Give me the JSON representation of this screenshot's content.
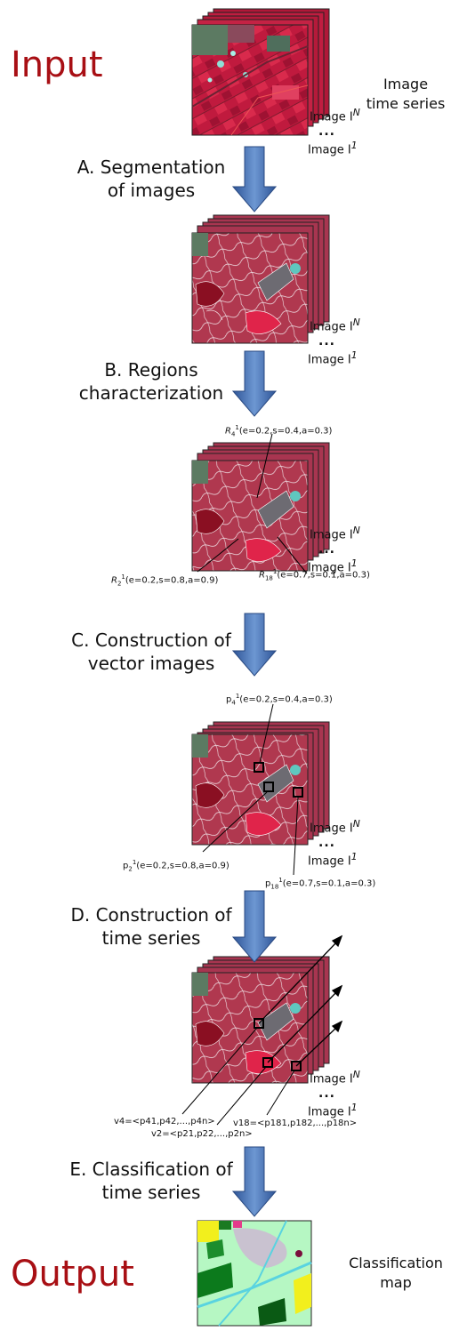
{
  "labels": {
    "input": "Input",
    "output": "Output",
    "input_desc": [
      "Image",
      "time series"
    ],
    "output_desc": [
      "Classification",
      "map"
    ]
  },
  "steps": [
    {
      "line1": "A. Segmentation",
      "line2": "of images"
    },
    {
      "line1": "B. Regions",
      "line2": "characterization"
    },
    {
      "line1": "C. Construction of",
      "line2": "vector images"
    },
    {
      "line1": "D. Construction of",
      "line2": "time series"
    },
    {
      "line1": "E. Classification of",
      "line2": "time series"
    }
  ],
  "stack_labels": {
    "top_base": "Image I",
    "top_sup": "N",
    "bottom_base": "Image I",
    "bottom_sup": "1",
    "dots": "..."
  },
  "annotations": {
    "r4": {
      "name": "R",
      "sub": "4",
      "sup": "1",
      "attrs": "(e=0.2,s=0.4,a=0.3)"
    },
    "r2": {
      "name": "R",
      "sub": "2",
      "sup": "1",
      "attrs": "(e=0.2,s=0.8,a=0.9)"
    },
    "r18": {
      "name": "R",
      "sub": "18",
      "sup": "1",
      "attrs": "(e=0.7,s=0.1,a=0.3)"
    },
    "p4": {
      "name": "p",
      "sub": "4",
      "sup": "1",
      "attrs": "(e=0.2,s=0.4,a=0.3)"
    },
    "p2": {
      "name": "p",
      "sub": "2",
      "sup": "1",
      "attrs": "(e=0.2,s=0.8,a=0.9)"
    },
    "p18": {
      "name": "p",
      "sub": "18",
      "sup": "1",
      "attrs": "(e=0.7,s=0.1,a=0.3)"
    },
    "v4": "v4=<p41,p42,...,p4n>",
    "v2": "v2=<p21,p22,...,p2n>",
    "v18": "v18=<p181,p182,...,p18n>"
  },
  "colors": {
    "input_output": "#a80f14",
    "arrow_fill": "#3a66ad",
    "satellite_red": "#c8203f",
    "segment_base": "#b0384f",
    "map_bg": "#b6f7c3"
  }
}
